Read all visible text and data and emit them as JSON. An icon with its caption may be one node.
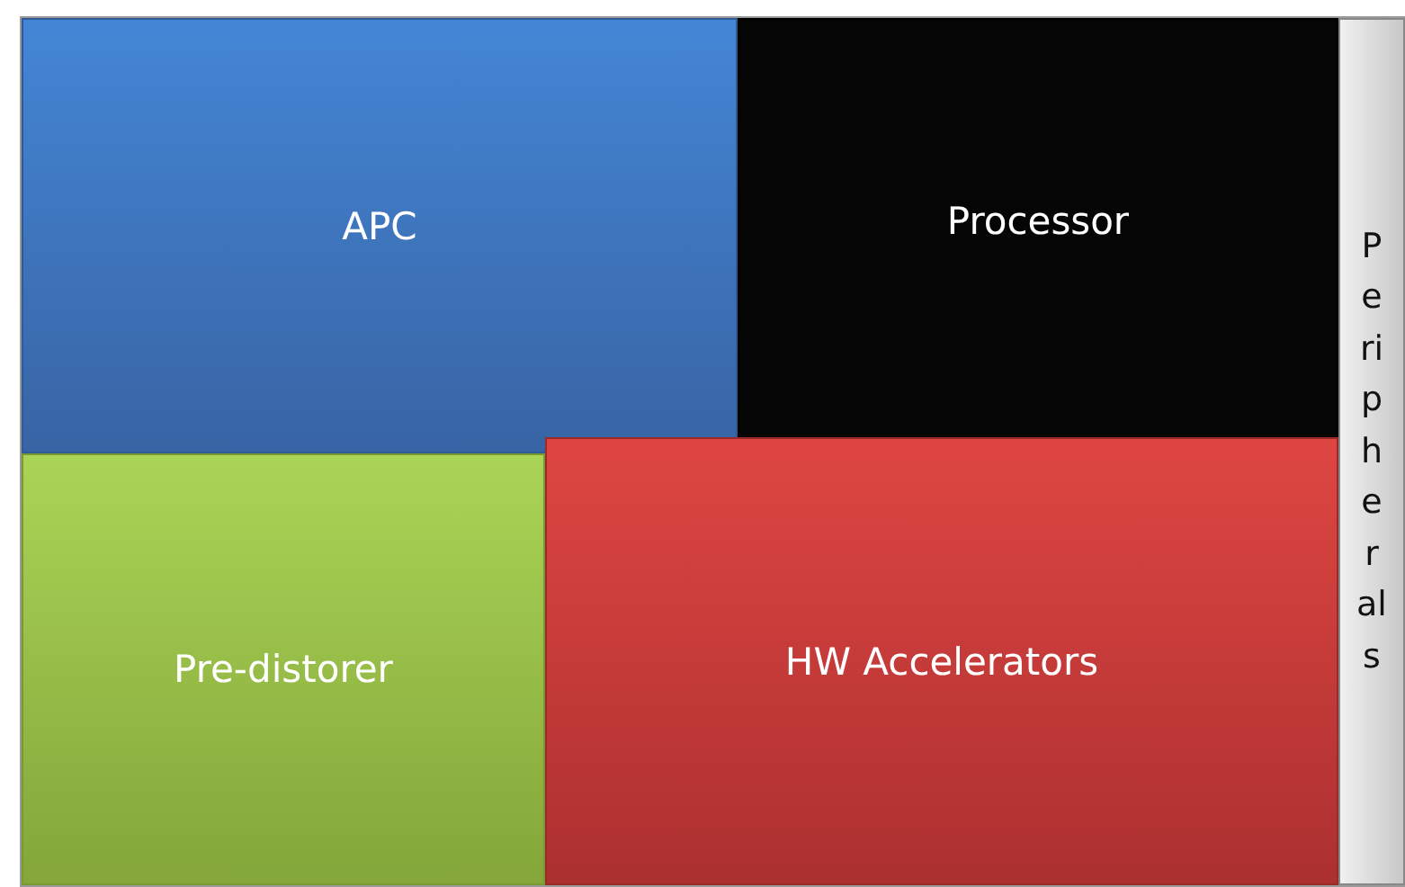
{
  "diagram": {
    "nodes": [
      {
        "text": [
          "APC"
        ]
      },
      {
        "text": [
          "Processor"
        ]
      },
      {
        "text": [
          "Pre-distorer"
        ]
      },
      {
        "text": [
          "HW Accelerators"
        ]
      },
      {
        "text": [
          "Peripherals"
        ]
      }
    ]
  }
}
